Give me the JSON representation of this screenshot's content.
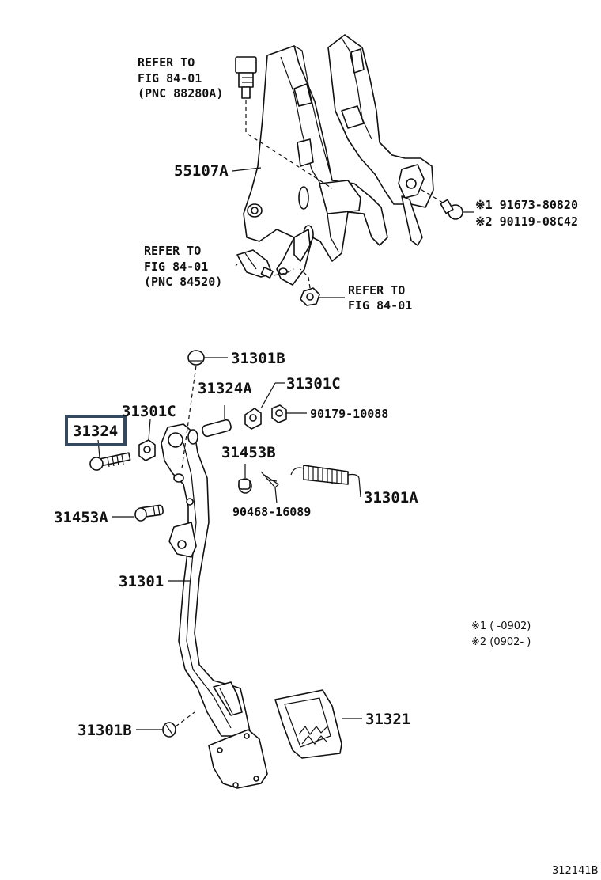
{
  "labels": {
    "refer_sw_top": [
      "REFER TO",
      "FIG 84-01",
      "(PNC 88280A)"
    ],
    "bracket": "55107A",
    "bolt_1": "※1 91673-80820",
    "bolt_2": "※2 90119-08C42",
    "refer_sw_mid": [
      "REFER TO",
      "FIG 84-01",
      "(PNC 84520)"
    ],
    "refer_nut": [
      "REFER TO",
      "FIG 84-01"
    ],
    "stopper_top": "31301B",
    "pin_31324a": "31324A",
    "bushing_31301c_right": "31301C",
    "nut_90179": "90179-10088",
    "bushing_31301c_left": "31301C",
    "bolt_31324": "31324",
    "collar_31453b": "31453B",
    "spring_31301a": "31301A",
    "clip_90468": "90468-16089",
    "pin_31453a": "31453A",
    "pedal_arm": "31301",
    "note_1": "※1 (    -0902)",
    "note_2": "※2 (0902-    )",
    "stopper_bottom": "31301B",
    "pad_31321": "31321",
    "figure_id": "312141B"
  }
}
